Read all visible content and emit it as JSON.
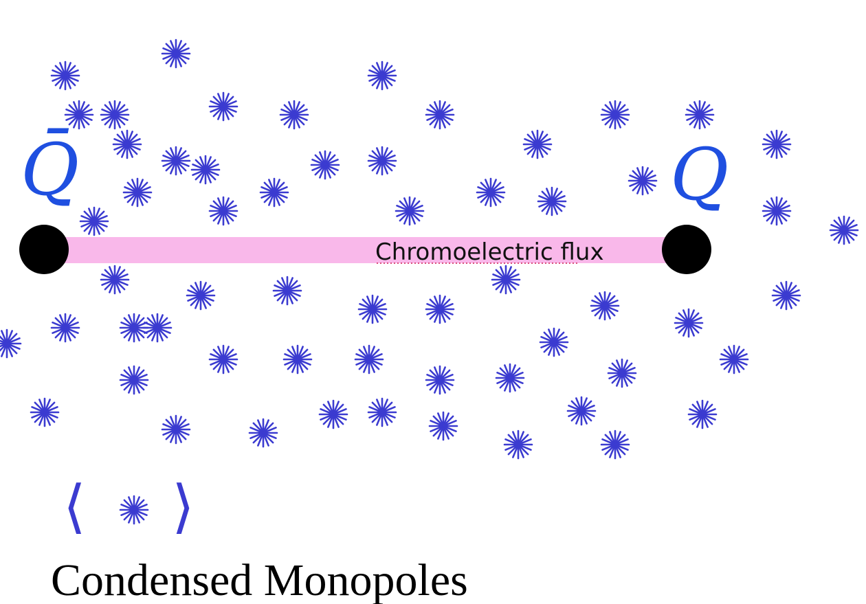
{
  "labels": {
    "antiquark": "Q̄",
    "quark": "Q",
    "flux": "Chromoelectric flux",
    "legend_open": "⟨",
    "legend_close": "⟩",
    "caption": "Condensed Monopoles"
  },
  "colors": {
    "monopole": "#3b3bd0",
    "quark_label": "#1f4fe0",
    "quark": "#000000",
    "flux_tube": "#f9b8ea",
    "caption": "#000000"
  },
  "icons": {
    "monopole": "asterisk-star-icon",
    "quark": "filled-circle-icon"
  }
}
